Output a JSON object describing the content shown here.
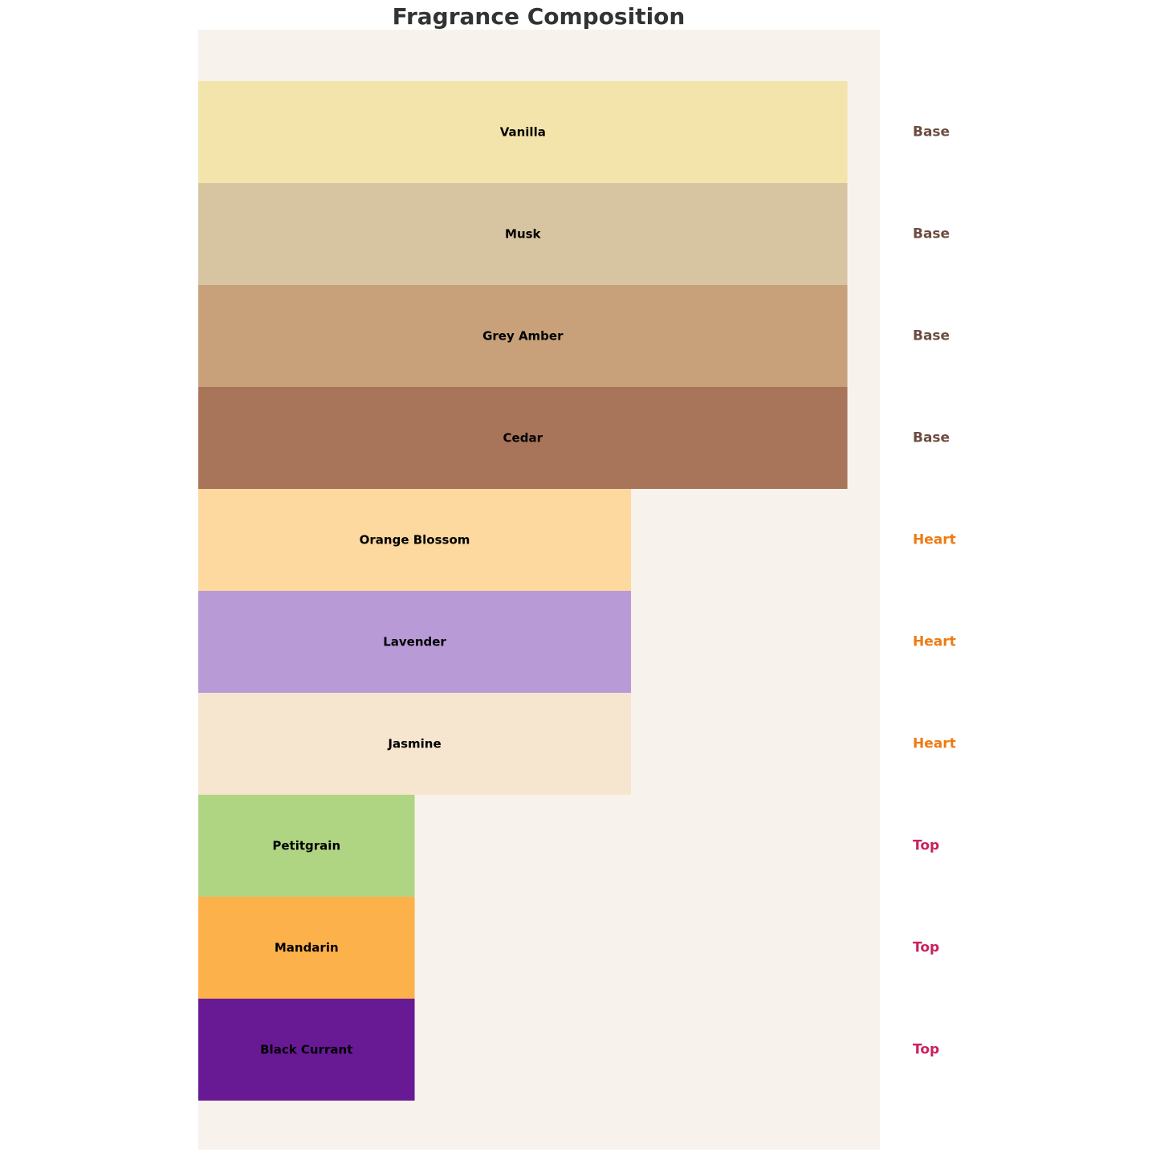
{
  "chart_data": {
    "type": "bar",
    "orientation": "horizontal",
    "title": "Fragrance Composition",
    "xlabel": "",
    "ylabel": "",
    "grid": false,
    "legend": "none",
    "xlim": [
      0,
      3.15
    ],
    "background": "#f7f2ec",
    "categories": [
      "Vanilla",
      "Musk",
      "Grey Amber",
      "Cedar",
      "Orange Blossom",
      "Lavender",
      "Jasmine",
      "Petitgrain",
      "Mandarin",
      "Black Currant"
    ],
    "values": [
      3,
      3,
      3,
      3,
      2,
      2,
      2,
      1,
      1,
      1
    ],
    "tiers": [
      "Base",
      "Base",
      "Base",
      "Base",
      "Heart",
      "Heart",
      "Heart",
      "Top",
      "Top",
      "Top"
    ],
    "colors": [
      "#f3e4ab",
      "#d7c4a1",
      "#c8a17a",
      "#a8745a",
      "#fdd89f",
      "#b89ad7",
      "#f6e5cf",
      "#afd583",
      "#fdb14a",
      "#681a95"
    ],
    "tier_colors": {
      "Base": "#6b4c3e",
      "Heart": "#ee7b11",
      "Top": "#cc1f5f"
    }
  }
}
